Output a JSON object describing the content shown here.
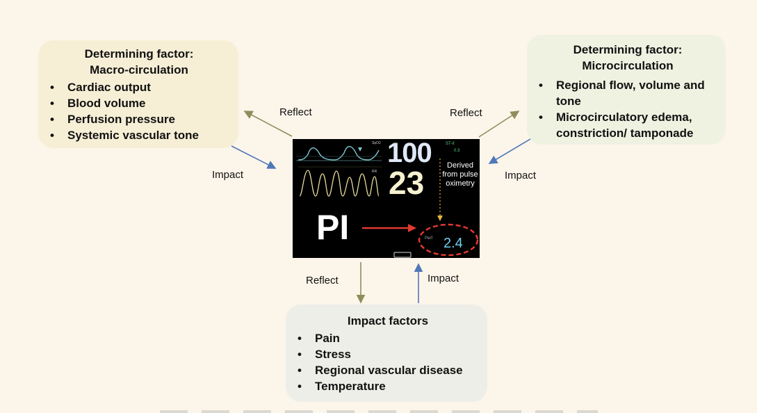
{
  "macro_box": {
    "title_line1": "Determining factor:",
    "title_line2": "Macro-circulation",
    "items": [
      "Cardiac output",
      "Blood volume",
      "Perfusion pressure",
      "Systemic vascular tone"
    ]
  },
  "micro_box": {
    "title_line1": "Determining factor:",
    "title_line2": "Microcirculation",
    "items": [
      "Regional flow, volume and tone",
      "Microcirculatory edema, constriction/ tamponade"
    ]
  },
  "impact_box": {
    "title": "Impact factors",
    "items": [
      "Pain",
      "Stress",
      "Regional vascular disease",
      "Temperature"
    ]
  },
  "bullet": "•",
  "arrows": {
    "reflect_left": "Reflect",
    "impact_left": "Impact",
    "reflect_right": "Reflect",
    "impact_right": "Impact",
    "reflect_bottom": "Reflect",
    "impact_bottom": "Impact"
  },
  "monitor": {
    "spo2_value": "100",
    "rate_value": "23",
    "pi_label": "PI",
    "derived_note": "Derived from pulse oximetry",
    "perf_label": "Perf",
    "perf_value": "2.4",
    "spo2_label": "SpO2",
    "rr_label": "RR",
    "st_label": "ST-II"
  },
  "colors": {
    "background": "#fcf5ea",
    "reflect_arrow": "#8f8d5c",
    "impact_arrow": "#4f78b8",
    "pi_arrow": "#e0392f",
    "perf_value": "#6fd3ee"
  }
}
